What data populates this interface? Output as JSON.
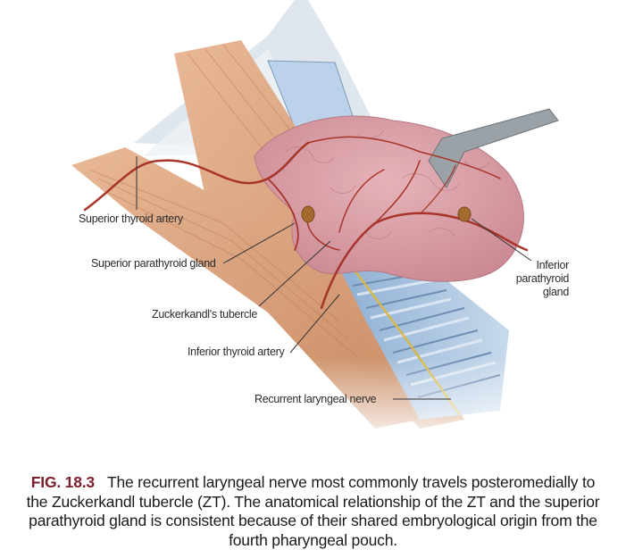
{
  "figure": {
    "labels": {
      "superior_thyroid_artery": "Superior thyroid artery",
      "superior_parathyroid_gland": "Superior parathyroid gland",
      "zuckerkandl_tubercle": "Zuckerkandl's tubercle",
      "inferior_thyroid_artery": "Inferior thyroid artery",
      "recurrent_laryngeal_nerve": "Recurrent laryngeal nerve",
      "inferior_parathyroid_gland_line1": "Inferior",
      "inferior_parathyroid_gland_line2": "parathyroid",
      "inferior_parathyroid_gland_line3": "gland"
    },
    "colors": {
      "muscle": "#d9a07a",
      "thyroid": "#d99aa3",
      "artery": "#a8342a",
      "trachea": "#a9c3de",
      "nerve": "#d8b84a",
      "retractor": "#9aa2a8",
      "parathyroid": "#a56a2e",
      "caption_fig_number": "#7a1f2b"
    }
  },
  "caption": {
    "fig_number": "FIG. 18.3",
    "line1": "The recurrent laryngeal nerve most commonly travels posteromedially to",
    "line2": "the Zuckerkandl tubercle (ZT). The anatomical relationship of the ZT and the superior",
    "line3": "parathyroid gland is consistent because of their shared embryological origin from the",
    "line4": "fourth pharyngeal pouch."
  }
}
